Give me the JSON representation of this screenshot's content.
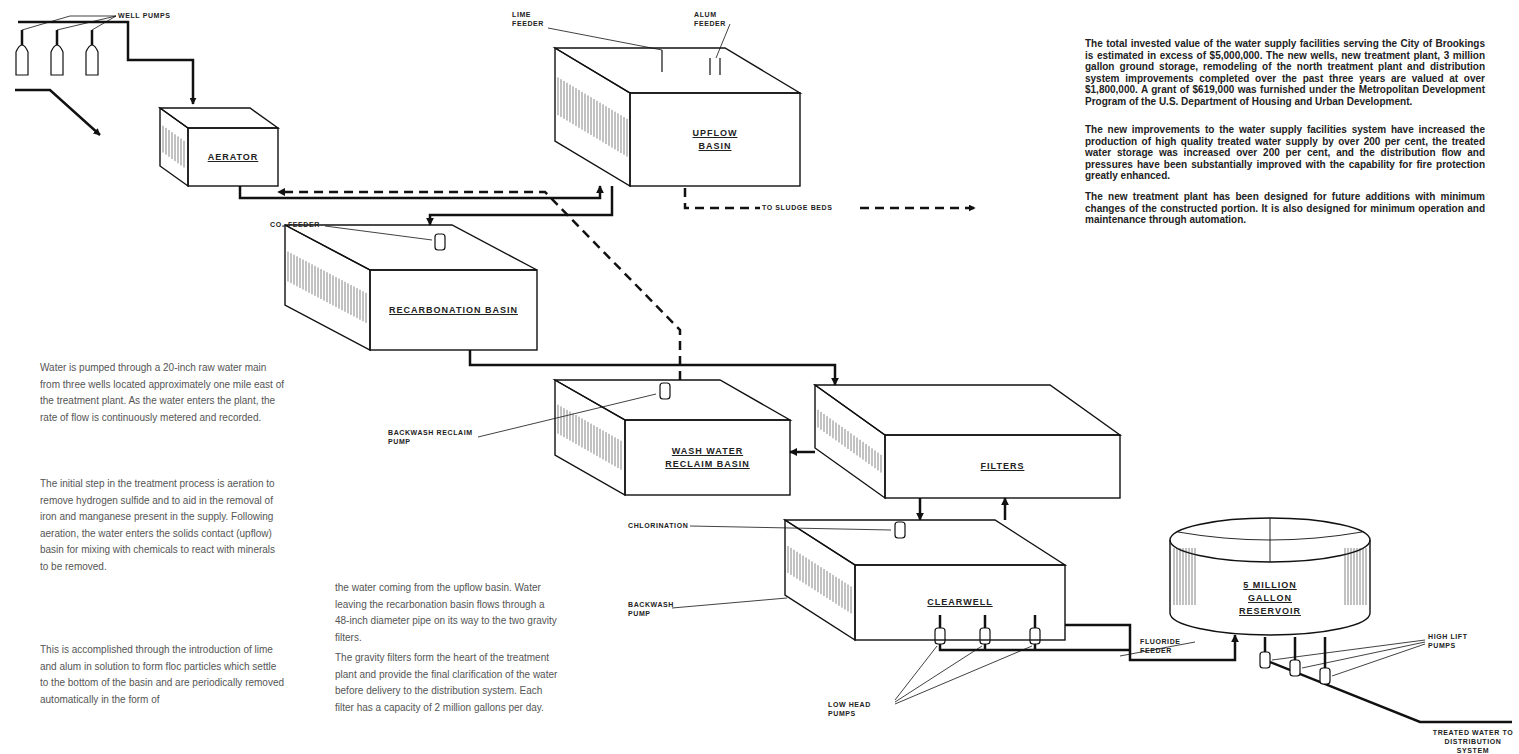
{
  "diagram": {
    "nodes": [
      {
        "text": [
          "AERATOR"
        ]
      },
      {
        "text": [
          "UPFLOW BASIN"
        ]
      },
      {
        "text": [
          "RECARBONATION BASIN"
        ]
      },
      {
        "text": [
          "WASH WATER RECLAIM BASIN"
        ]
      },
      {
        "text": [
          "FILTERS"
        ]
      },
      {
        "text": [
          "CLEARWELL"
        ]
      },
      {
        "text": [
          "5 MILLION GALLON RESERVOIR"
        ]
      }
    ],
    "edges": [
      {
        "from": 0,
        "to": 1,
        "arrow": "to"
      },
      {
        "from": 1,
        "to": 2,
        "arrow": "to"
      },
      {
        "from": 2,
        "to": 4,
        "arrow": "to"
      },
      {
        "from": 4,
        "to": 3,
        "arrow": "to"
      },
      {
        "from": 3,
        "to": 0,
        "arrow": "to"
      },
      {
        "from": 4,
        "to": 5,
        "arrow": "to"
      },
      {
        "from": 5,
        "to": 4,
        "arrow": "to"
      },
      {
        "from": 5,
        "to": 6,
        "arrow": "to"
      }
    ],
    "labels": [
      "WELL PUMPS",
      "LIME FEEDER",
      "ALUM FEEDER",
      "CO₂ FEEDER",
      "TO SLUDGE BEDS",
      "The total invested value of the water supply facilities serving the City of Brookings is estimated in excess of $5,000,000. The new wells, new treatment plant, 3 million gallon ground storage, remodeling of the north treatment plant and distribution system improvements completed over the past three years are valued at over $1,800,000. A grant of $619,000 was furnished under the Metropolitan Development Program of the U.S. Department of Housing and Urban Development.",
      "The new improvements to the water supply facilities system have increased the production of high quality treated water supply by over 200 per cent, the treated water storage was increased over 200 per cent, and the distribution flow and pressures have been substantially improved with the capability for fire protection greatly enhanced.",
      "The new treatment plant has been designed for future additions with minimum changes of the constructed portion. It is also designed for minimum operation and maintenance through automation.",
      "Water is pumped through a 20-inch raw water main from three wells located approximately one mile east of the treatment plant. As the water enters the plant, the rate of flow is continuously metered and recorded.",
      "The initial step in the treatment process is aeration to remove hydrogen sulfide and to aid in the removal of iron and manganese present in the supply. Following aeration, the water enters the solids contact (upflow) basin for mixing with chemicals to react with minerals to be removed.",
      "This is accomplished through the introduction of lime and alum in solution to form floc particles which settle to the bottom of the basin and are periodically removed automatically in the form of",
      "the water coming from the upflow basin. Water leaving the recarbonation basin flows through a 48-inch diameter pipe on its way to the two gravity filters.",
      "The gravity filters form the heart of the treatment plant and provide the final clarification of the water before delivery to the distribution system. Each filter has a capacity of 2 million gallons per day.",
      "BACKWASH RECLAIM PUMP",
      "CHLORINATION",
      "BACKWASH PUMP",
      "LOW HEAD PUMPS",
      "FLUORIDE FEEDER",
      "HIGH LIFT PUMPS",
      "TREATED WATER TO DISTRIBUTION SYSTEM"
    ]
  }
}
